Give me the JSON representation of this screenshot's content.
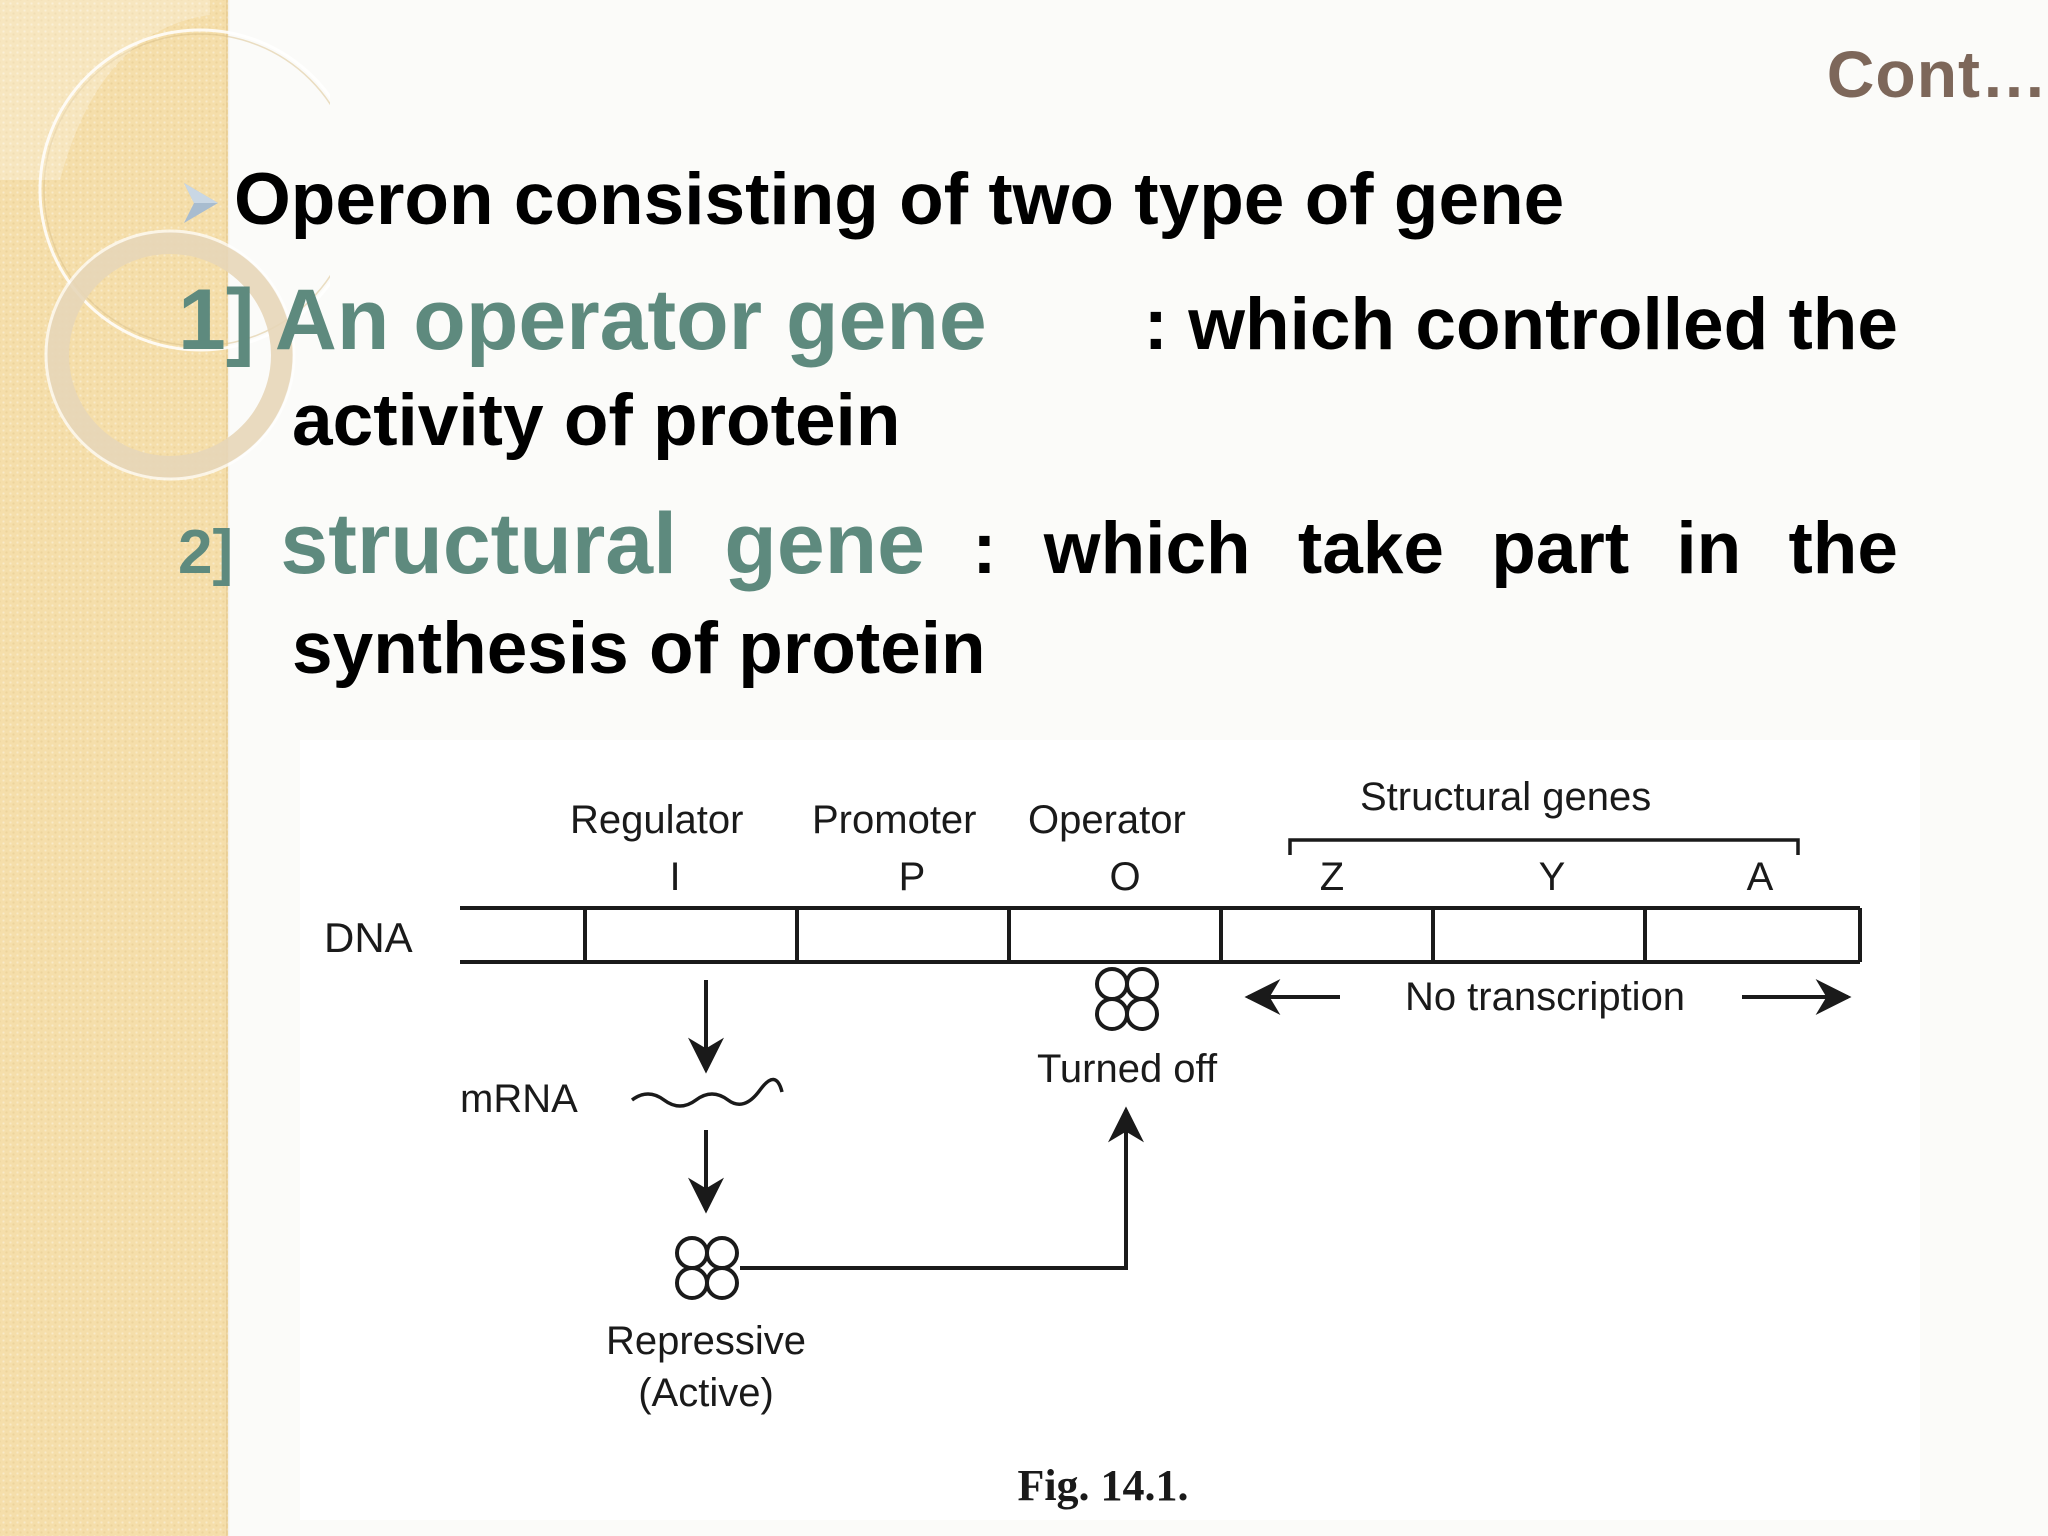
{
  "slide": {
    "corner_title": "Cont…",
    "bullet": "Operon consisting of two type of gene",
    "items": [
      {
        "number": "1]",
        "term": "An operator gene",
        "desc_line1": ": which controlled the",
        "desc_line2": "activity of protein"
      },
      {
        "number": "2]",
        "term_word1": "structural",
        "term_word2": "gene",
        "desc_words": [
          ":",
          "which",
          "take",
          "part",
          "in",
          "the"
        ],
        "desc_line2": "synthesis of protein"
      }
    ]
  },
  "diagram": {
    "dna_label": "DNA",
    "regulator_label": "Regulator",
    "promoter_label": "Promoter",
    "operator_label": "Operator",
    "structural_label": "Structural genes",
    "letters": {
      "i": "I",
      "p": "P",
      "o": "O",
      "z": "Z",
      "y": "Y",
      "a": "A"
    },
    "mrna_label": "mRNA",
    "no_transcription": "No transcription",
    "turned_off": "Turned off",
    "repressor_line1": "Repressive",
    "repressor_line2": "(Active)",
    "caption": "Fig. 14.1."
  },
  "colors": {
    "accent_green": "#5e8a7e",
    "cont_brown": "#7d675a",
    "sidebar": "#f5deaa"
  }
}
